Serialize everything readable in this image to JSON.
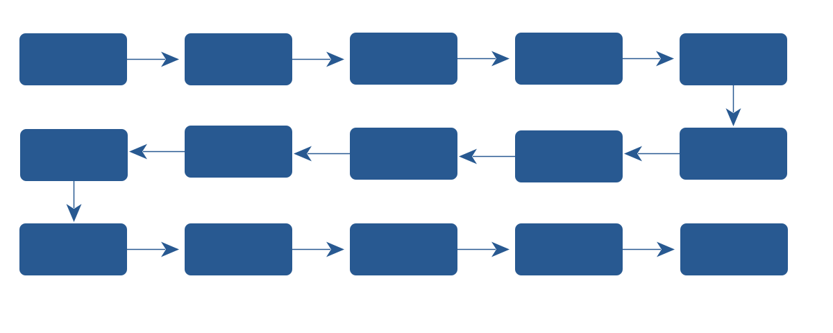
{
  "diagram": {
    "colors": {
      "box": "#285991",
      "connector": "#285991",
      "background": "#ffffff"
    },
    "nodes": [
      {
        "id": "r1c1"
      },
      {
        "id": "r1c2"
      },
      {
        "id": "r1c3"
      },
      {
        "id": "r1c4"
      },
      {
        "id": "r1c5"
      },
      {
        "id": "r2c5"
      },
      {
        "id": "r2c4"
      },
      {
        "id": "r2c3"
      },
      {
        "id": "r2c2"
      },
      {
        "id": "r2c1"
      },
      {
        "id": "r3c1"
      },
      {
        "id": "r3c2"
      },
      {
        "id": "r3c3"
      },
      {
        "id": "r3c4"
      },
      {
        "id": "r3c5"
      }
    ],
    "edges": [
      {
        "from": "r1c1",
        "to": "r1c2"
      },
      {
        "from": "r1c2",
        "to": "r1c3"
      },
      {
        "from": "r1c3",
        "to": "r1c4"
      },
      {
        "from": "r1c4",
        "to": "r1c5"
      },
      {
        "from": "r1c5",
        "to": "r2c5"
      },
      {
        "from": "r2c5",
        "to": "r2c4"
      },
      {
        "from": "r2c4",
        "to": "r2c3"
      },
      {
        "from": "r2c3",
        "to": "r2c2"
      },
      {
        "from": "r2c2",
        "to": "r2c1"
      },
      {
        "from": "r2c1",
        "to": "r3c1"
      },
      {
        "from": "r3c1",
        "to": "r3c2"
      },
      {
        "from": "r3c2",
        "to": "r3c3"
      },
      {
        "from": "r3c3",
        "to": "r3c4"
      },
      {
        "from": "r3c4",
        "to": "r3c5"
      }
    ]
  }
}
